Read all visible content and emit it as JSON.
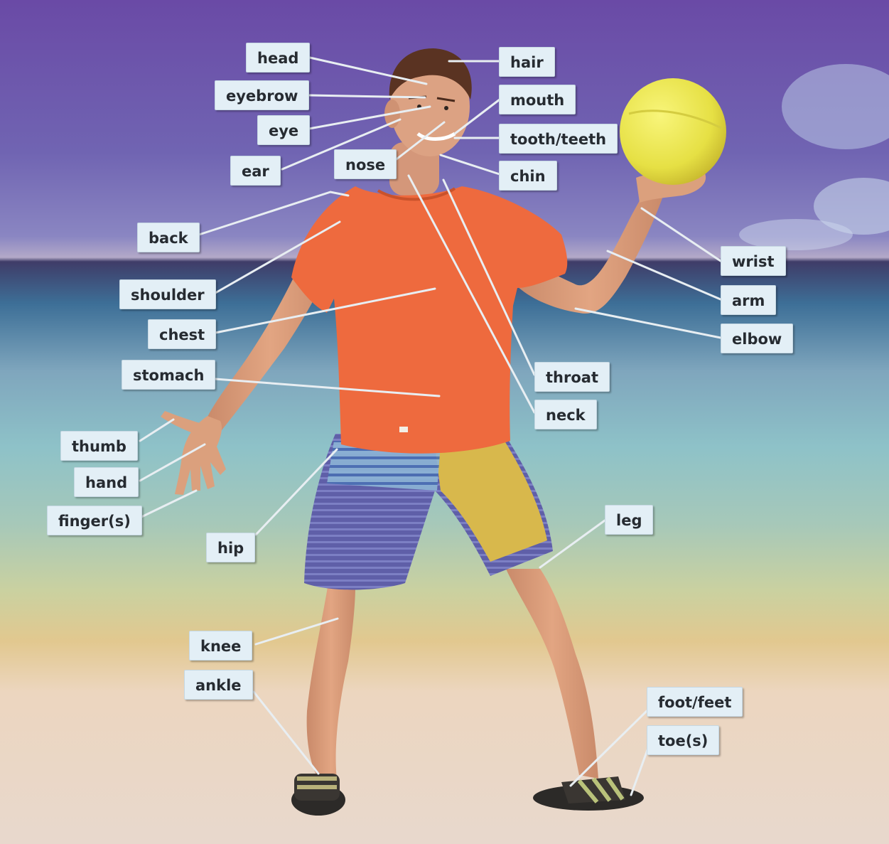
{
  "labels": {
    "head": "head",
    "eyebrow": "eyebrow",
    "eye": "eye",
    "ear": "ear",
    "nose": "nose",
    "hair": "hair",
    "mouth": "mouth",
    "tooth": "tooth/teeth",
    "chin": "chin",
    "back": "back",
    "shoulder": "shoulder",
    "chest": "chest",
    "stomach": "stomach",
    "wrist": "wrist",
    "arm": "arm",
    "elbow": "elbow",
    "throat": "throat",
    "neck": "neck",
    "thumb": "thumb",
    "hand": "hand",
    "fingers": "finger(s)",
    "hip": "hip",
    "leg": "leg",
    "knee": "knee",
    "ankle": "ankle",
    "foot": "foot/feet",
    "toes": "toe(s)"
  },
  "colors": {
    "label_bg": "#e3eff6",
    "label_text": "#262b31",
    "leader_line": "#e8eef2",
    "shirt": "#ee6a3e",
    "ball": "#ece84c",
    "sky_top": "#6a4aa6",
    "sea": "#3d6f97",
    "sand": "#ead7c8"
  }
}
